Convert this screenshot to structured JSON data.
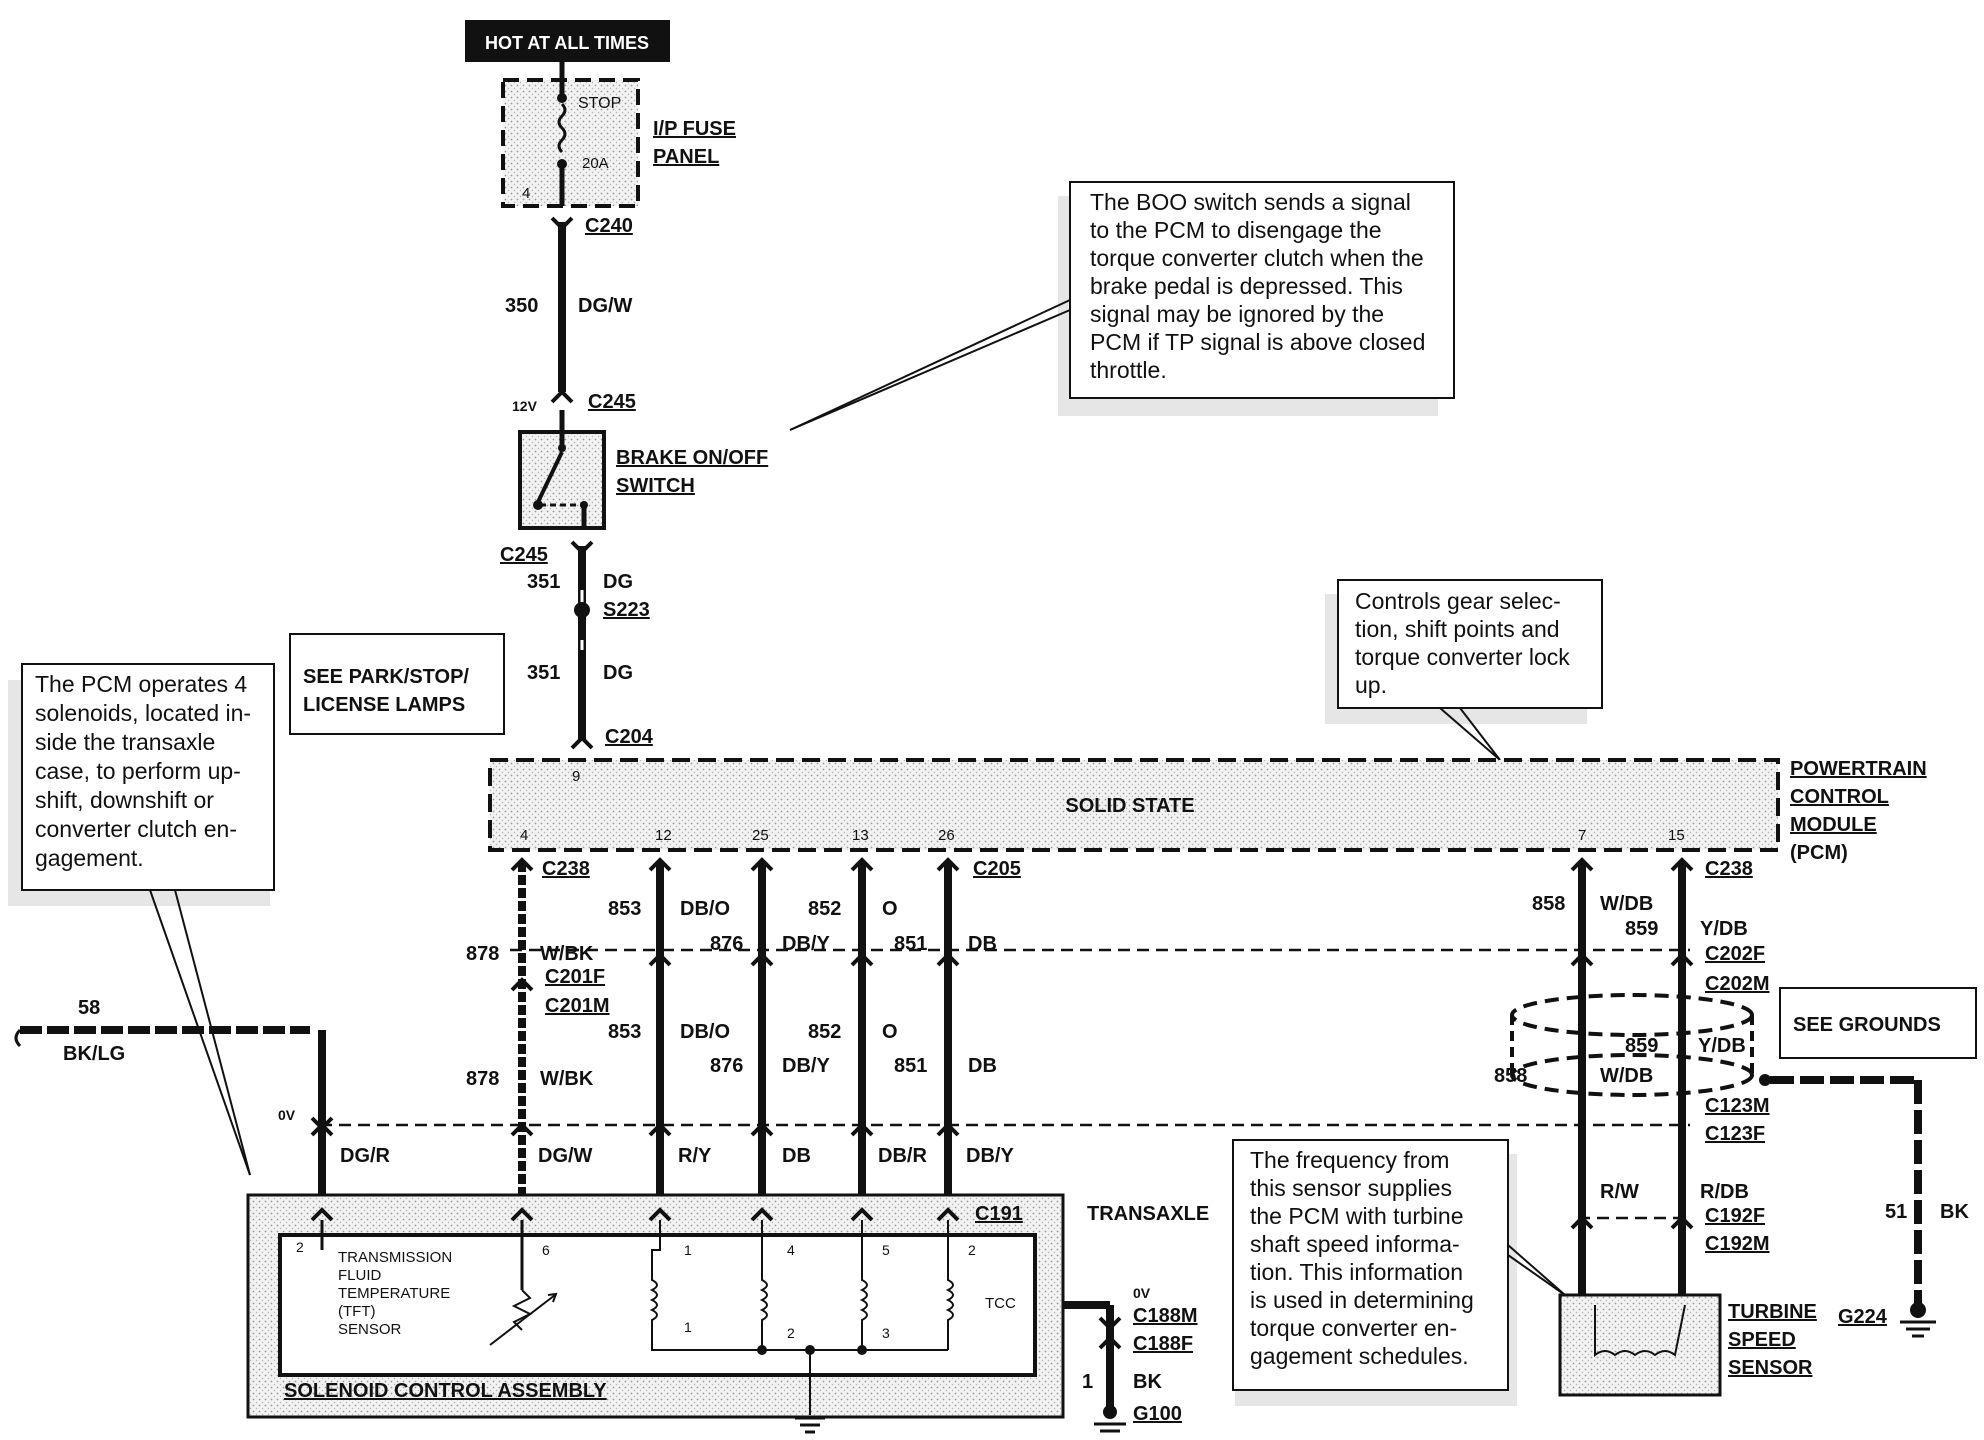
{
  "hot_label": "HOT AT ALL TIMES",
  "fuse": {
    "stop": "STOP",
    "amps": "20A",
    "pin": "4",
    "panel_line1": "I/P FUSE",
    "panel_line2": "PANEL"
  },
  "connectors": {
    "c240": "C240",
    "c245_top": "C245",
    "c245_bottom": "C245",
    "s223": "S223",
    "c204": "C204",
    "c238_left": "C238",
    "c205": "C205",
    "c238_right": "C238",
    "c201f": "C201F",
    "c201m": "C201M",
    "c202f": "C202F",
    "c202m": "C202M",
    "c123m": "C123M",
    "c123f": "C123F",
    "c191": "C191",
    "c192f": "C192F",
    "c192m": "C192M",
    "c188m": "C188M",
    "c188f": "C188F",
    "g100": "G100",
    "g224": "G224"
  },
  "voltages": {
    "v12": "12V",
    "v0_left": "0V",
    "v0_right": "0V"
  },
  "wires": {
    "w350": "350",
    "w350_color": "DG/W",
    "w351a": "351",
    "w351a_color": "DG",
    "w351b": "351",
    "w351b_color": "DG",
    "w58": "58",
    "w58_color": "BK/LG",
    "w878a": "878",
    "w878a_color": "W/BK",
    "w878b": "878",
    "w878b_color": "W/BK",
    "w853a": "853",
    "w853a_color": "DB/O",
    "w876a": "876",
    "w876a_color": "DB/Y",
    "w852a": "852",
    "w852a_color": "O",
    "w851a": "851",
    "w851a_color": "DB",
    "w853b": "853",
    "w853b_color": "DB/O",
    "w876b": "876",
    "w876b_color": "DB/Y",
    "w852b": "852",
    "w852b_color": "O",
    "w851b": "851",
    "w851b_color": "DB",
    "w858a": "858",
    "w858a_color": "W/DB",
    "w859a": "859",
    "w859a_color": "Y/DB",
    "w859b": "859",
    "w859b_color": "Y/DB",
    "w858b": "858",
    "w858b_color": "W/DB",
    "w51": "51",
    "w51_color": "BK",
    "w1": "1",
    "w1_color": "BK"
  },
  "transaxle_colors": [
    "DG/R",
    "DG/W",
    "R/Y",
    "DB",
    "DB/R",
    "DB/Y"
  ],
  "sensor_colors": {
    "rw": "R/W",
    "rdb": "R/DB"
  },
  "pcm": {
    "solid_state": "SOLID STATE",
    "name_line1": "POWERTRAIN",
    "name_line2": "CONTROL",
    "name_line3": "MODULE",
    "name_line4": "(PCM)",
    "pins": {
      "p9": "9",
      "p4": "4",
      "p12": "12",
      "p25": "25",
      "p13": "13",
      "p26": "26",
      "p7": "7",
      "p15": "15"
    }
  },
  "brake_switch": {
    "line1": "BRAKE ON/OFF",
    "line2": "SWITCH"
  },
  "park_box": {
    "line1": "SEE PARK/STOP/",
    "line2": "LICENSE LAMPS"
  },
  "grounds_box": "SEE GROUNDS",
  "transaxle_label": "TRANSAXLE",
  "solenoid_assembly": {
    "title": "SOLENOID CONTROL ASSEMBLY",
    "tft_lines": [
      "TRANSMISSION",
      "FLUID",
      "TEMPERATURE",
      "(TFT)",
      "SENSOR"
    ],
    "tcc": "TCC",
    "pins_top": [
      "2",
      "6",
      "1",
      "4",
      "5",
      "2"
    ],
    "pins_bottom": [
      "1",
      "2",
      "3"
    ]
  },
  "turbine": {
    "line1": "TURBINE",
    "line2": "SPEED",
    "line3": "SENSOR"
  },
  "notes": {
    "boo": [
      "The BOO switch sends a signal",
      "to the PCM to disengage the",
      "torque converter clutch when the",
      "brake pedal is depressed.  This",
      "signal may be ignored by the",
      "PCM if TP signal is above closed",
      "throttle."
    ],
    "gear": [
      "Controls gear selec-",
      "tion, shift points and",
      "torque converter lock",
      "up."
    ],
    "solenoids": [
      "The PCM operates 4",
      "solenoids, located in-",
      "side the transaxle",
      "case, to perform up-",
      "shift, downshift or",
      "converter clutch en-",
      "gagement."
    ],
    "turbine": [
      "The frequency from",
      "this sensor supplies",
      "the PCM with turbine",
      "shaft speed informa-",
      "tion.  This information",
      "is used in determining",
      "torque converter en-",
      "gagement schedules."
    ]
  }
}
